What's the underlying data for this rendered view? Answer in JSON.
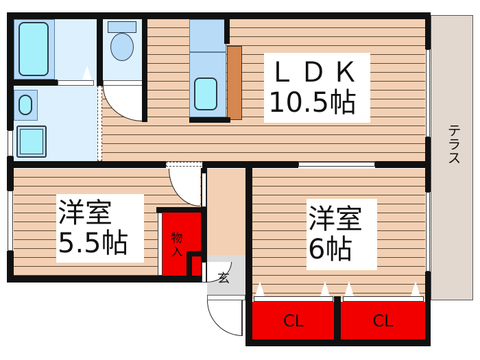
{
  "rooms": {
    "ldk": {
      "name": "ＬＤＫ",
      "size": "10.5帖"
    },
    "western_room_1": {
      "name": "洋室",
      "size": "5.5帖"
    },
    "western_room_2": {
      "name": "洋室",
      "size": "6帖"
    },
    "storage": {
      "line1": "物",
      "line2": "入"
    },
    "entrance": {
      "label": "玄"
    },
    "closet_1": {
      "label": "CL"
    },
    "closet_2": {
      "label": "CL"
    },
    "terrace": {
      "label": "テラス"
    }
  },
  "colors": {
    "flooring": "#f3d0b3",
    "wet_area": "#ddf0fd",
    "fixture": "#b8dcf8",
    "storage": "#f20000",
    "terrace": "#e3d8cf",
    "entrance": "#dcdcdc",
    "wall": "#111111",
    "counter": "#d4874f"
  }
}
